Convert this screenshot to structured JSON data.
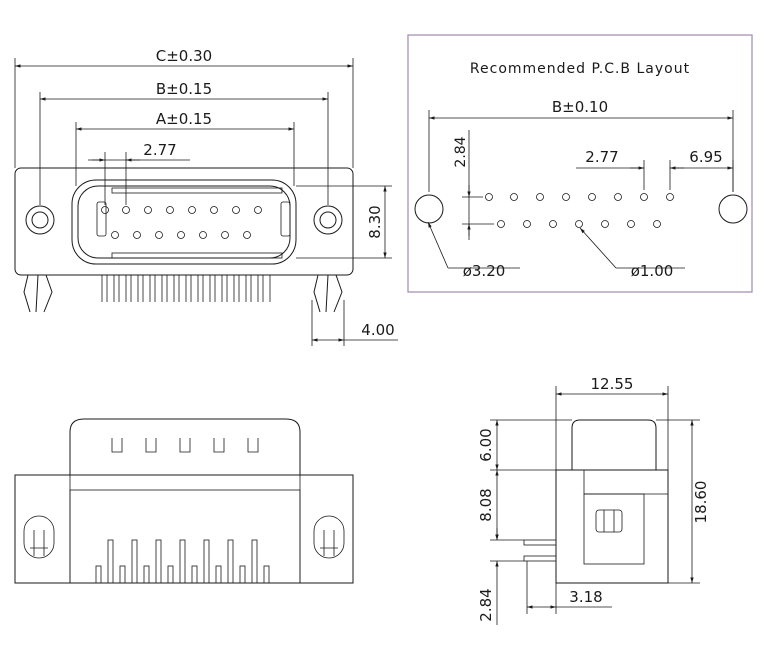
{
  "front_view": {
    "dim_c": "C±0.30",
    "dim_b": "B±0.15",
    "dim_a": "A±0.15",
    "dim_pitch": "2.77",
    "dim_height": "8.30",
    "dim_offset": "4.00"
  },
  "pcb_layout": {
    "title": "Recommended P.C.B Layout",
    "dim_b": "B±0.10",
    "dim_row_pitch": "2.84",
    "dim_pitch": "2.77",
    "dim_end": "6.95",
    "dim_mount_hole": "ø3.20",
    "dim_pin_hole": "ø1.00",
    "border_color": "#a088b0"
  },
  "side_view": {
    "dim_width": "12.55",
    "dim_top": "6.00",
    "dim_mid": "8.08",
    "dim_bottom": "2.84",
    "dim_total": "18.60",
    "dim_foot": "3.18"
  }
}
